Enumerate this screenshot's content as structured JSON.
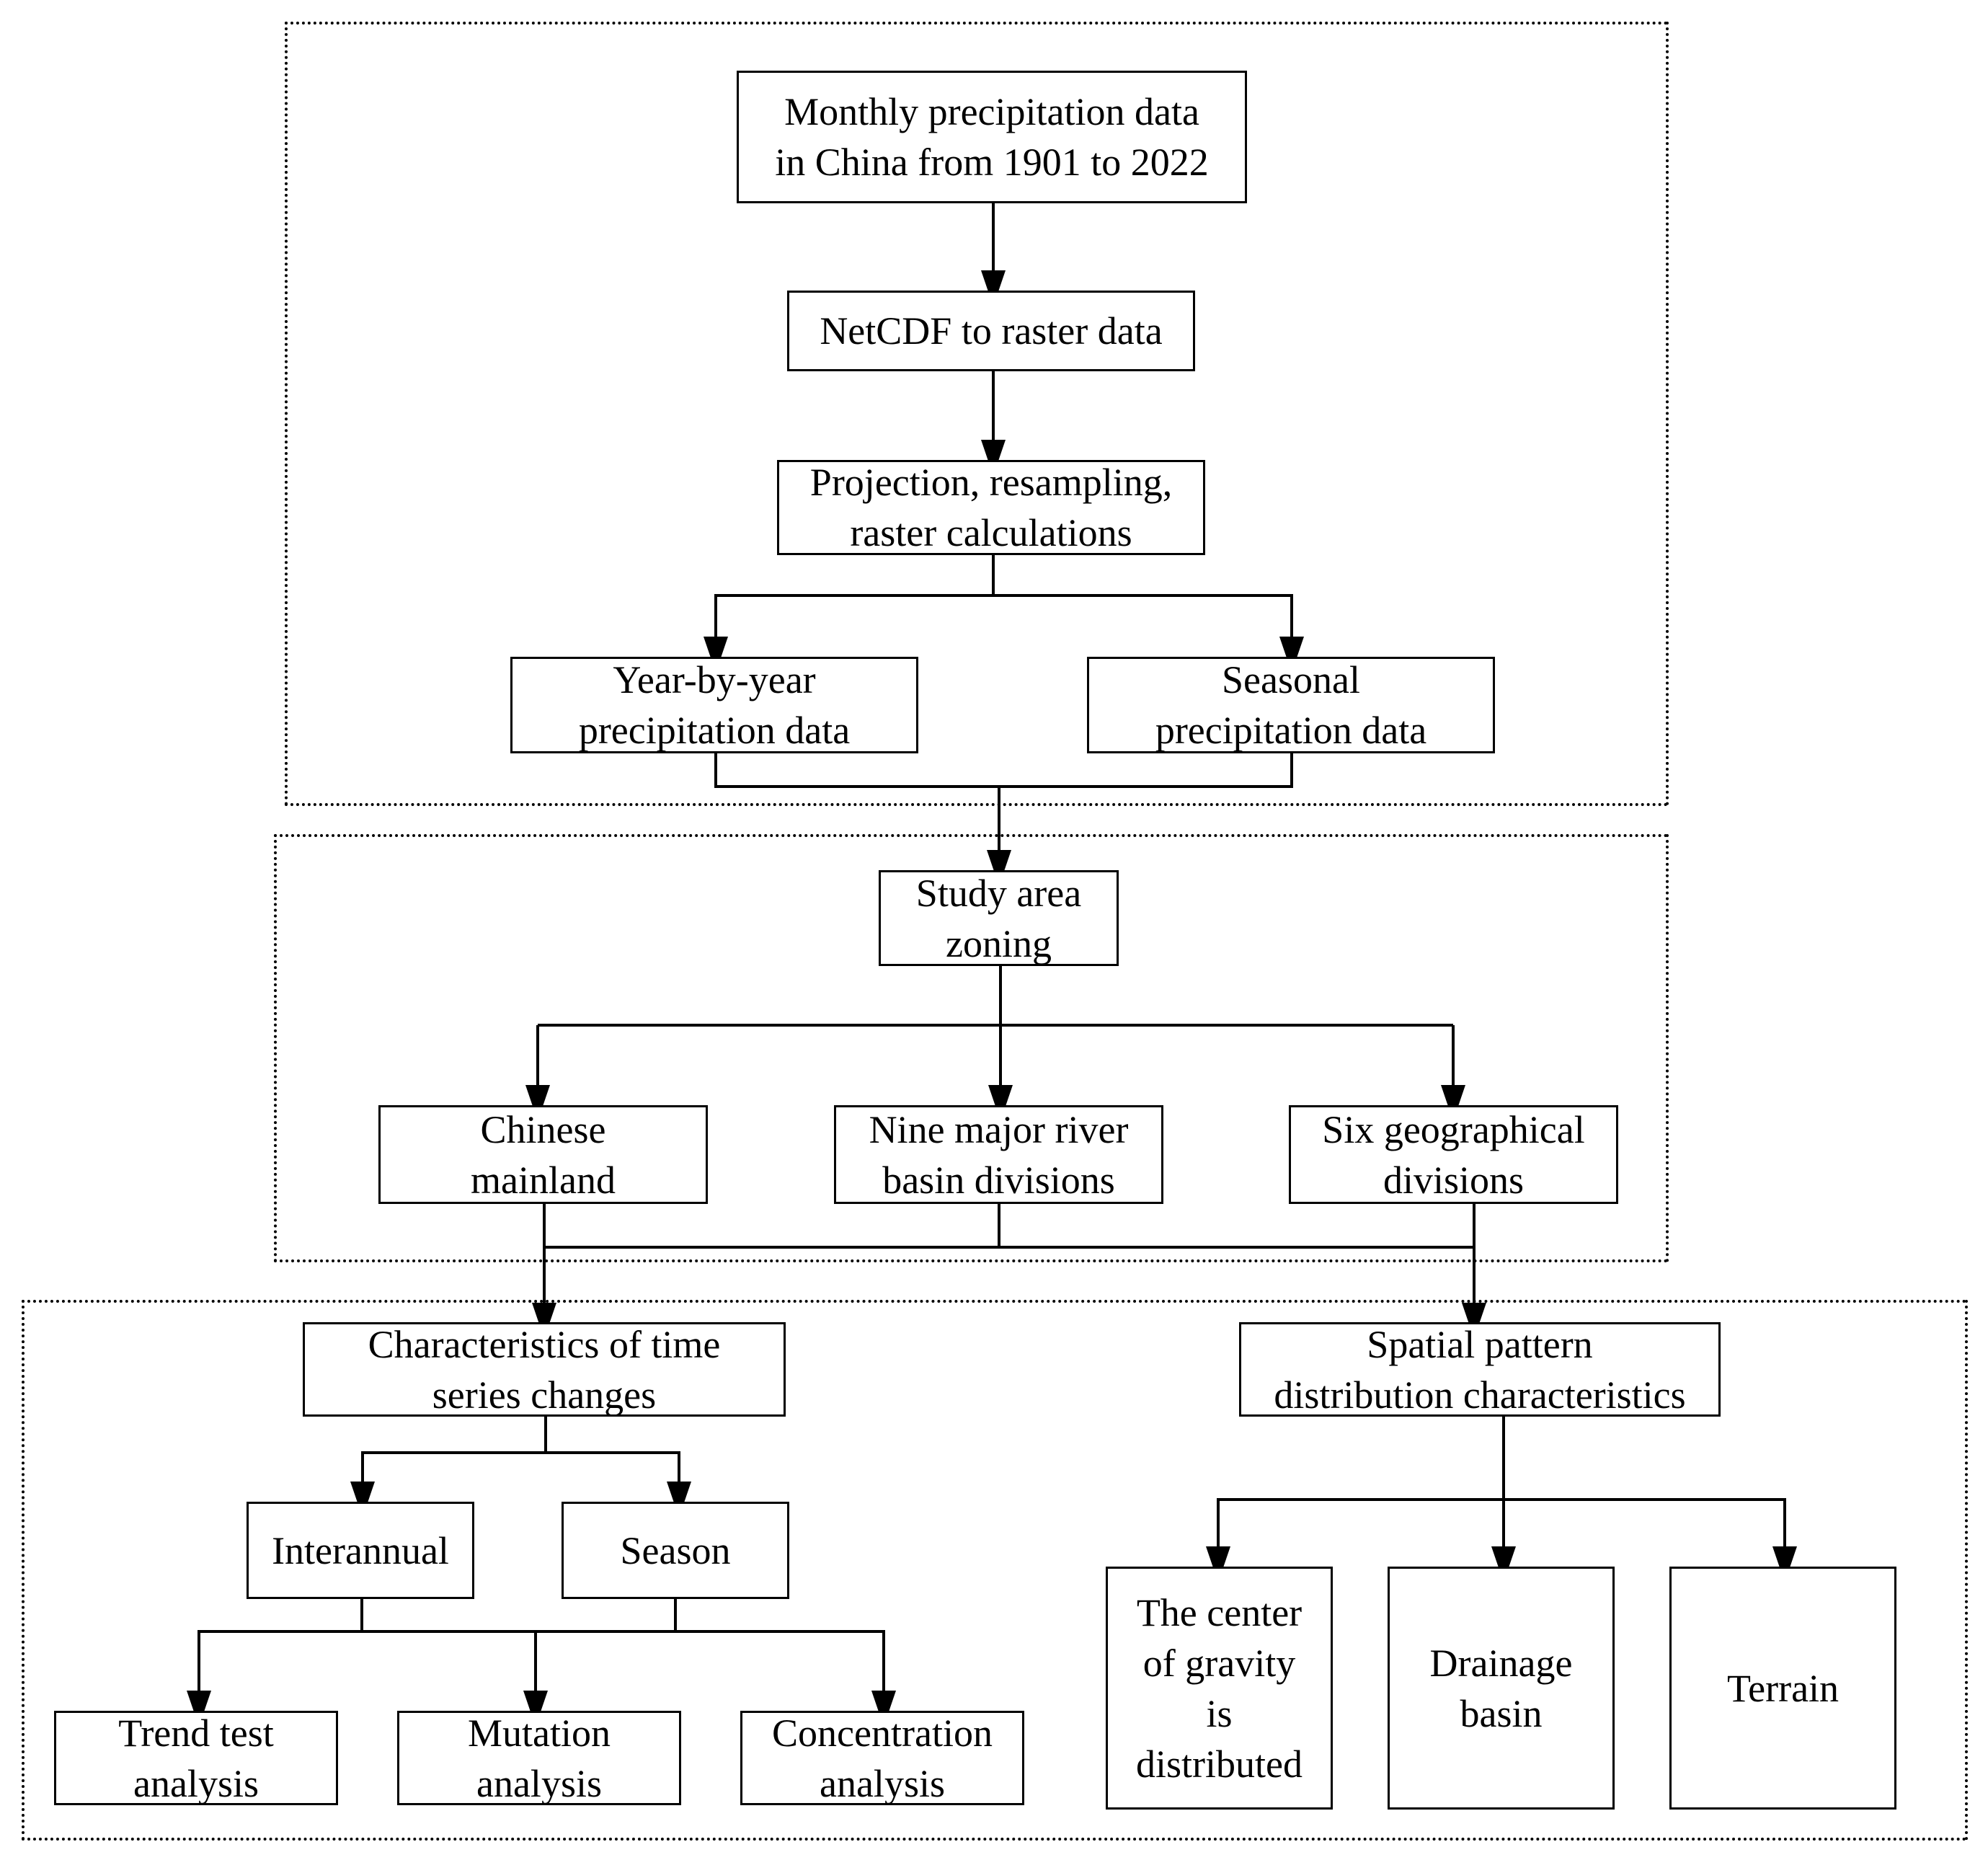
{
  "nodes": {
    "monthly_data": "Monthly precipitation data\nin China from 1901 to 2022",
    "netcdf": "NetCDF to raster data",
    "projection": "Projection, resampling,\nraster calculations",
    "yearly": "Year-by-year\nprecipitation data",
    "seasonal": "Seasonal\nprecipitation data",
    "study_area": "Study area\nzoning",
    "mainland": "Chinese\nmainland",
    "river_basins": "Nine major river\nbasin divisions",
    "geo_divisions": "Six geographical\ndivisions",
    "time_series": "Characteristics of time\nseries changes",
    "spatial": "Spatial pattern\ndistribution characteristics",
    "interannual": "Interannual",
    "season": "Season",
    "trend": "Trend test\nanalysis",
    "mutation": "Mutation\nanalysis",
    "concentration": "Concentration\nanalysis",
    "gravity": "The center\nof gravity\nis\ndistributed",
    "drainage": "Drainage\nbasin",
    "terrain": "Terrain"
  }
}
